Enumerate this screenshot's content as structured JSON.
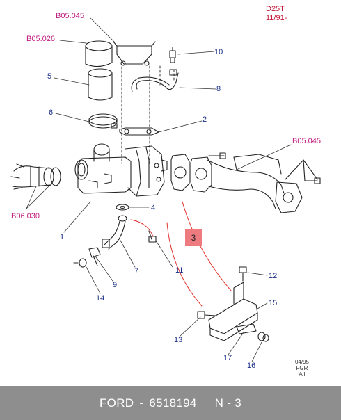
{
  "header": {
    "model": "D25T",
    "date": "11/91-"
  },
  "refs": {
    "b05045_top": "B05.045",
    "b05026": "B05.026.",
    "b05045_right": "B05.045",
    "b06030": "B06.030"
  },
  "parts": [
    "1",
    "2",
    "3",
    "4",
    "5",
    "6",
    "7",
    "8",
    "9",
    "10",
    "11",
    "12",
    "13",
    "14",
    "15",
    "16",
    "17"
  ],
  "stamp": {
    "line1": "04/95",
    "line2": "FGR",
    "line3": "A I"
  },
  "footer": {
    "brand": "FORD",
    "sep": "-",
    "part_number": "6518194",
    "position": "N - 3"
  },
  "colors": {
    "part_numbers": "#1a2f86",
    "references": "#d21bb8",
    "highlight": "#ee7b80",
    "leader_red": "#e0302a",
    "footer_bg": "#8e8e8e"
  }
}
